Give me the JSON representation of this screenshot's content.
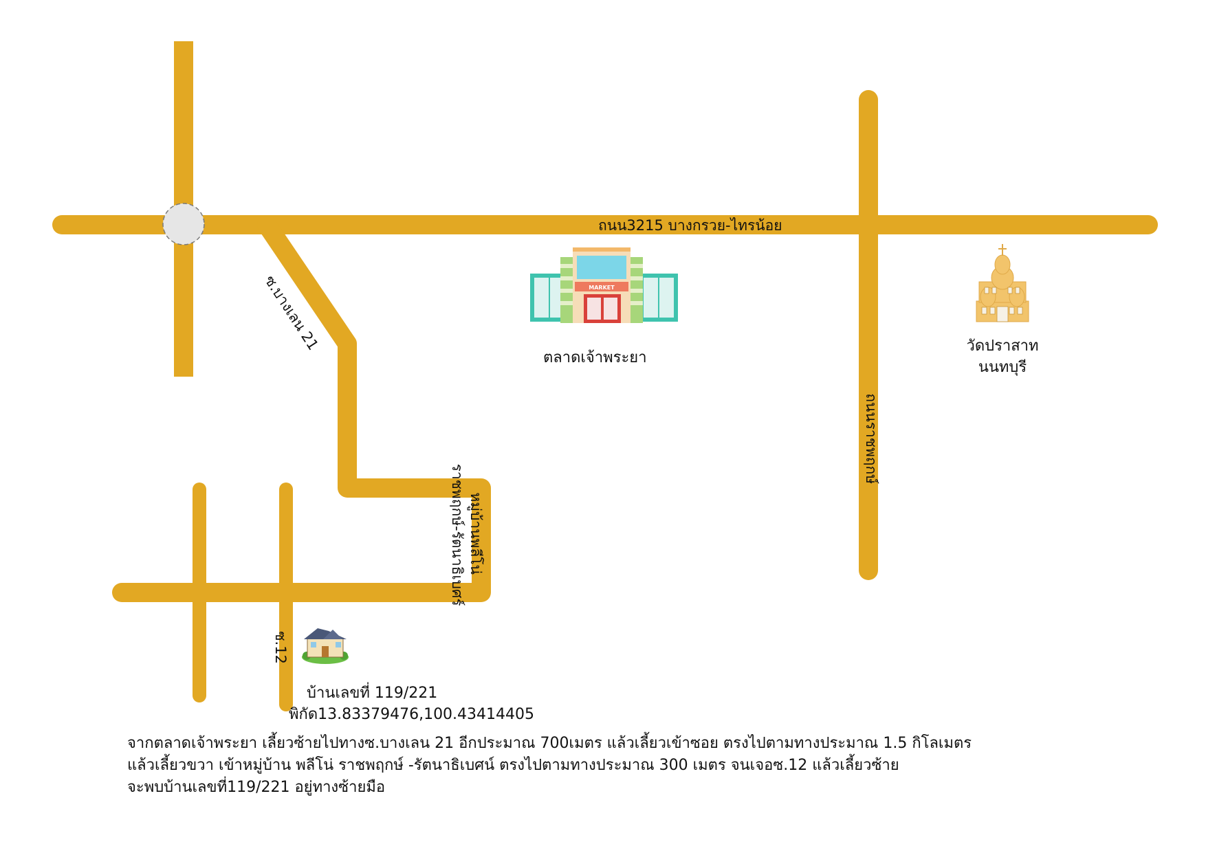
{
  "colors": {
    "road": "#E2A823",
    "roundabout_fill": "#E6E6E6",
    "roundabout_stroke": "#7A7A7A",
    "text": "#111111"
  },
  "roads": {
    "main_road": "ถนน3215 บางกรวย-ไทรน้อย",
    "soi_bang_len_21": "ซ.บางเลน 21",
    "village_road": "ราชพฤกษ์-รัตนาธิเบศร์",
    "village_name": "หมู่บ้านพลีโน่",
    "ratchaphruek_road": "ถนนราชพฤกษ์",
    "soi_12": "ซ.12"
  },
  "landmarks": {
    "market": {
      "name": "ตลาดเจ้าพระยา",
      "icon": "market-building-icon",
      "sign": "MARKET"
    },
    "temple": {
      "name_line1": "วัดปราสาท",
      "name_line2": "นนทบุรี",
      "icon": "temple-icon"
    },
    "house": {
      "address": "บ้านเลขที่ 119/221",
      "coordinates": "พิกัด13.83379476,100.43414405",
      "icon": "house-icon"
    }
  },
  "directions": [
    "จากตลาดเจ้าพระยา เลี้ยวซ้ายไปทางซ.บางเลน 21 อีกประมาณ 700เมตร แล้วเลี้ยวเข้าซอย ตรงไปตามทางประมาณ 1.5 กิโลเมตร",
    "แล้วเลี้ยวขวา เข้าหมู่บ้าน พลีโน่ ราชพฤกษ์ -รัตนาธิเบศน์ ตรงไปตามทางประมาณ 300 เมตร จนเจอซ.12 แล้วเลี้ยวซ้าย",
    "จะพบบ้านเลขที่119/221 อยู่ทางซ้ายมือ"
  ]
}
